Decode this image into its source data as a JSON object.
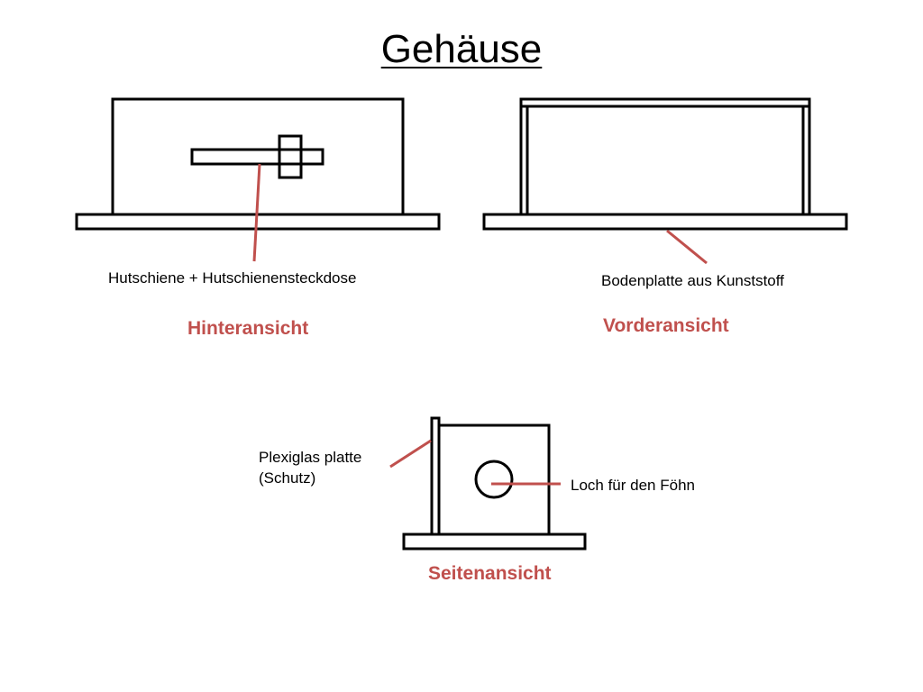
{
  "title": "Gehäuse",
  "colors": {
    "accent": "#c0504d",
    "stroke": "#000000",
    "text": "#000000",
    "background": "#ffffff"
  },
  "views": {
    "rear": {
      "heading": "Hinteransicht",
      "callout": "Hutschiene + Hutschienensteckdose"
    },
    "front": {
      "heading": "Vorderansicht",
      "callout": "Bodenplatte aus Kunststoff"
    },
    "side": {
      "heading": "Seitenansicht",
      "callout_plexiglas_line1": "Plexiglas platte",
      "callout_plexiglas_line2": "(Schutz)",
      "callout_hole": "Loch für den Föhn"
    }
  }
}
